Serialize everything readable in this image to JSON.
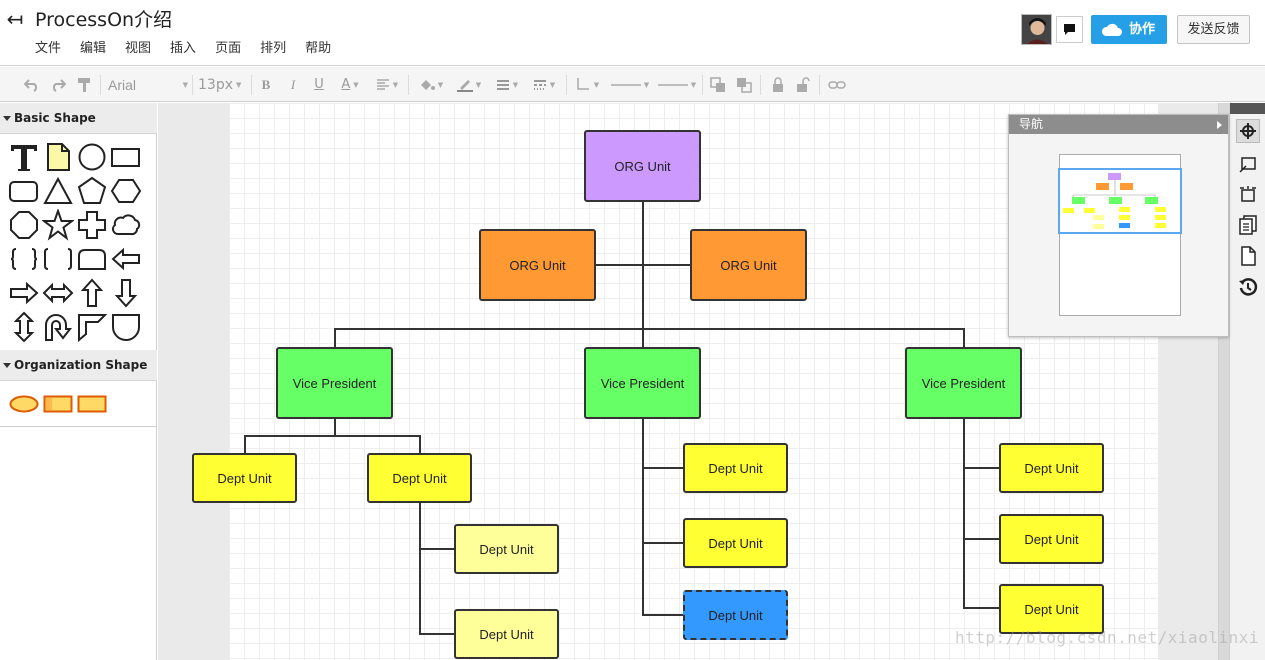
{
  "header": {
    "back_icon": "back-arrow-icon",
    "title": "ProcessOn介绍",
    "menu": [
      "文件",
      "编辑",
      "视图",
      "插入",
      "页面",
      "排列",
      "帮助"
    ],
    "collab_label": "协作",
    "feedback_label": "发送反馈"
  },
  "toolbar": {
    "font_family": "Arial",
    "font_size": "13px",
    "bold": "B",
    "italic": "I",
    "underline": "U",
    "font_color": "A"
  },
  "left_panel": {
    "categories": [
      "Basic Shape",
      "Organization Shape"
    ]
  },
  "navigator": {
    "title": "导航"
  },
  "diagram": {
    "org_top": "ORG Unit",
    "org_left": "ORG Unit",
    "org_right": "ORG Unit",
    "vp1": "Vice President",
    "vp2": "Vice President",
    "vp3": "Vice President",
    "dept": [
      "Dept Unit",
      "Dept Unit",
      "Dept Unit",
      "Dept Unit",
      "Dept Unit",
      "Dept Unit",
      "Dept Unit",
      "Dept Unit",
      "Dept Unit",
      "Dept Unit"
    ]
  },
  "colors": {
    "purple": "#cc99ff",
    "orange": "#ff9933",
    "green": "#66ff66",
    "yellow": "#ffff33",
    "light_yellow": "#ffff99",
    "selected_blue": "#3399ff",
    "accent": "#25a0e6"
  },
  "watermark": "http://blog.csdn.net/xiaolinxi"
}
